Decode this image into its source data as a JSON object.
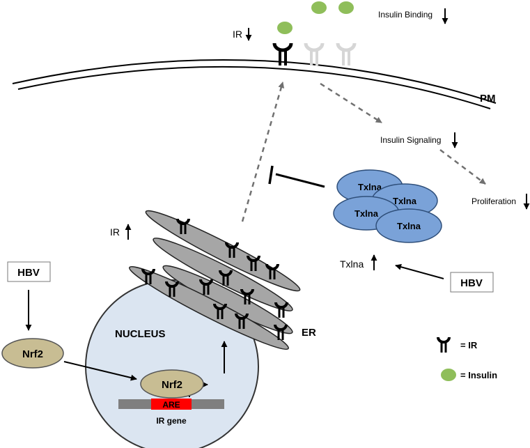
{
  "labels": {
    "ir_top": "IR",
    "insulin_binding": "Insulin Binding",
    "pm": "PM",
    "insulin_signaling": "Insulin Signaling",
    "proliferation": "Proliferation",
    "ir_er": "IR",
    "txlna_up": "Txlna",
    "er": "ER",
    "nucleus": "NUCLEUS",
    "nrf2_outer": "Nrf2",
    "nrf2_inner": "Nrf2",
    "are": "ARE",
    "ir_gene": "IR gene"
  },
  "boxes": {
    "hbv_left": "HBV",
    "hbv_right": "HBV"
  },
  "txlna": [
    "Txlna",
    "Txlna",
    "Txlna",
    "Txlna"
  ],
  "legend": {
    "ir": "= IR",
    "insulin": "= Insulin"
  },
  "colors": {
    "insulin": "#8fbe5a",
    "txlna_fill": "#7aa2d8",
    "txlna_stroke": "#2f4f7a",
    "nucleus_fill": "#dbe5f1",
    "nrf2_fill": "#c8bd93",
    "er_fill": "#a6a6a6",
    "are_fill": "#ff0000",
    "gene_bar": "#7f7f7f",
    "dashed": "#707070"
  },
  "icons": [
    "up-arrow-icon",
    "down-arrow-icon",
    "receptor-icon",
    "insulin-icon"
  ]
}
